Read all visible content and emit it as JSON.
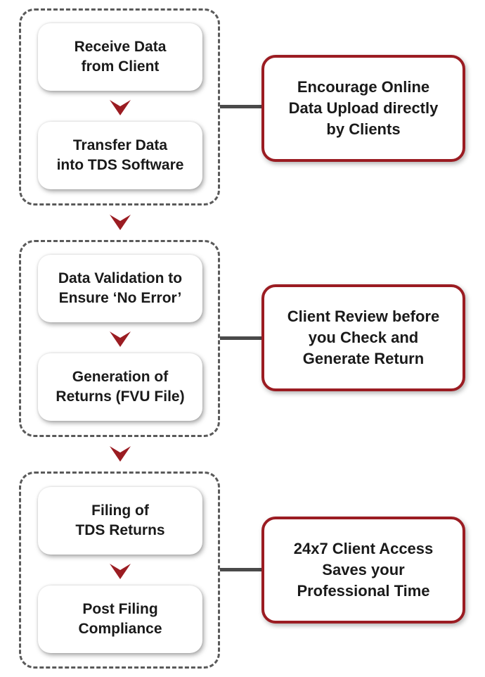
{
  "groups": [
    {
      "steps": [
        {
          "label": "Receive Data\nfrom Client"
        },
        {
          "label": "Transfer Data\ninto TDS Software"
        }
      ],
      "note": {
        "label": "Encourage Online\nData Upload directly\nby Clients"
      }
    },
    {
      "steps": [
        {
          "label": "Data Validation to\nEnsure ‘No Error’"
        },
        {
          "label": "Generation of\nReturns (FVU File)"
        }
      ],
      "note": {
        "label": "Client Review before\nyou Check and\nGenerate Return"
      }
    },
    {
      "steps": [
        {
          "label": "Filing of\nTDS Returns"
        },
        {
          "label": "Post Filing\nCompliance"
        }
      ],
      "note": {
        "label": "24x7 Client Access\nSaves your\nProfessional Time"
      }
    }
  ],
  "colors": {
    "accent": "#9b1c22",
    "dash": "#5a5a5a",
    "connector": "#4a4a4a"
  },
  "icons": {
    "arrow": "chevron-down-icon"
  }
}
